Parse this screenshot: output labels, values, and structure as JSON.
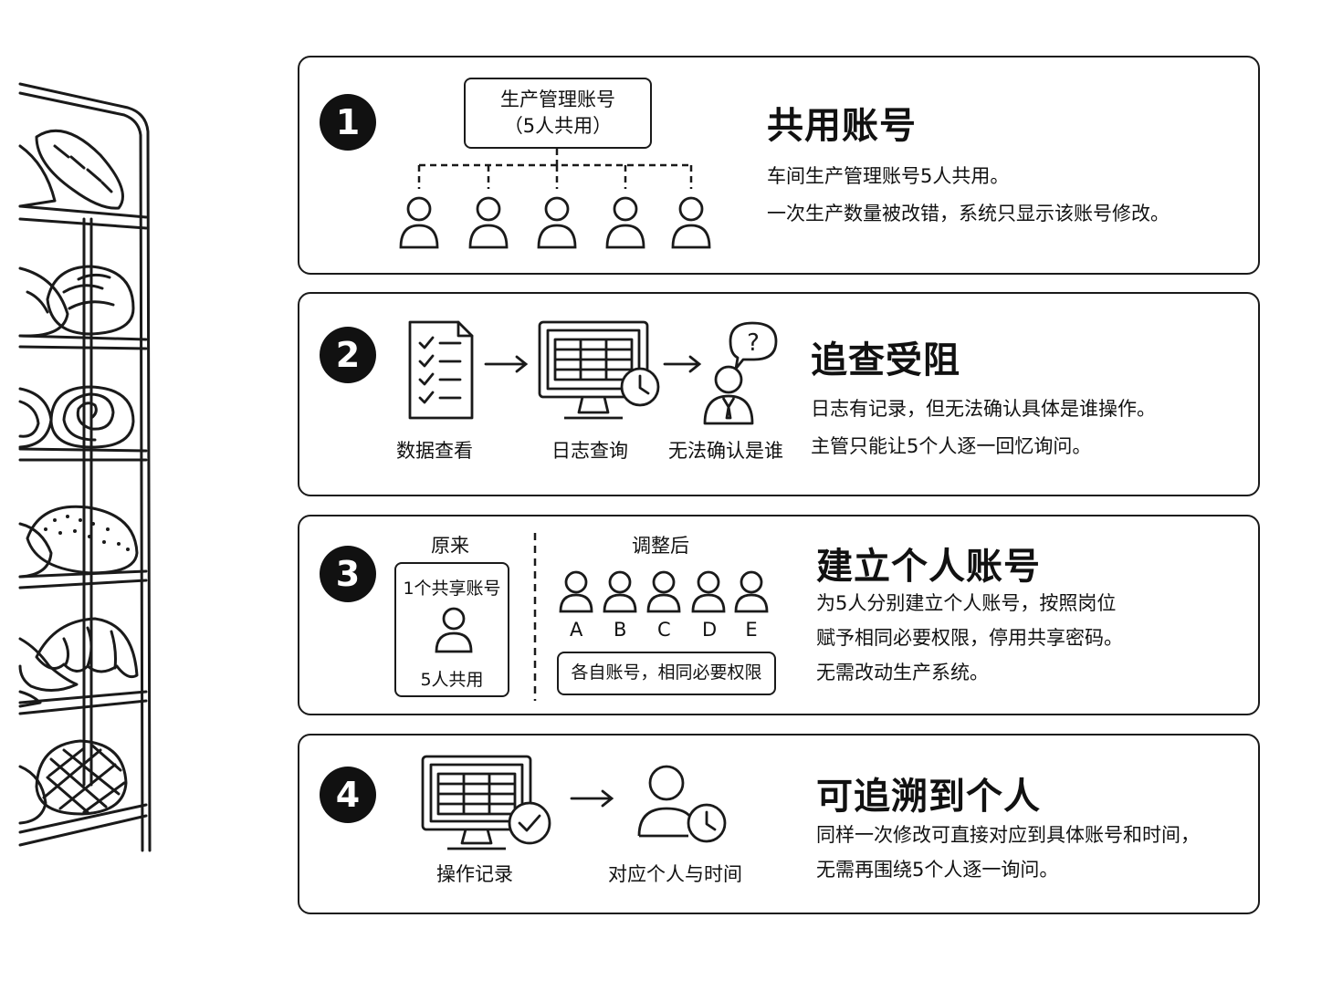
{
  "steps": [
    {
      "number": "1",
      "title": "共用账号",
      "desc": [
        "车间生产管理账号5人共用。",
        "一次生产数量被改错，系统只显示该账号修改。"
      ],
      "account_box": [
        "生产管理账号",
        "（5人共用）"
      ]
    },
    {
      "number": "2",
      "title": "追查受阻",
      "desc": [
        "日志有记录，但无法确认具体是谁操作。",
        "主管只能让5个人逐一回忆询问。"
      ],
      "captions": [
        "数据查看",
        "日志查询",
        "无法确认是谁"
      ],
      "question_mark": "?"
    },
    {
      "number": "3",
      "title": "建立个人账号",
      "desc": [
        "为5人分别建立个人账号，按照岗位",
        "赋予相同必要权限，停用共享密码。",
        "无需改动生产系统。"
      ],
      "before_label": "原来",
      "shared_account": "1个共享账号",
      "shared_users": "5人共用",
      "after_label": "调整后",
      "user_letters": [
        "A",
        "B",
        "C",
        "D",
        "E"
      ],
      "after_note": "各自账号，相同必要权限"
    },
    {
      "number": "4",
      "title": "可追溯到个人",
      "desc": [
        "同样一次修改可直接对应到具体账号和时间，",
        "无需再围绕5个人逐一询问。"
      ],
      "captions": [
        "操作记录",
        "对应个人与时间"
      ]
    }
  ],
  "icons": [
    "bread-shelf",
    "person-icon",
    "checklist-icon",
    "monitor-icon",
    "clock-icon",
    "question-bubble-icon",
    "check-circle-icon",
    "arrow-right-icon"
  ]
}
